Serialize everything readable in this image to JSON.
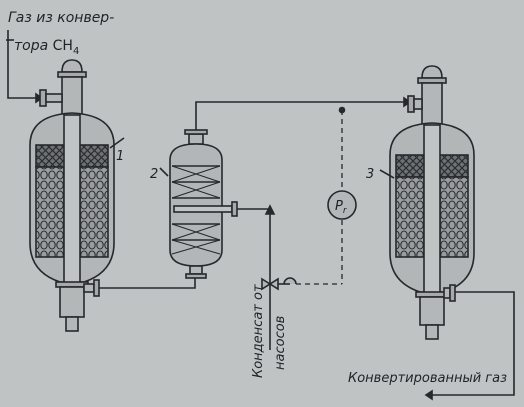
{
  "labels": {
    "inlet_line1": "Газ из конвер-",
    "inlet_line2_prefix": "тора ",
    "inlet_formula": "CH",
    "inlet_formula_sub": "4",
    "condensate_line1": "Конденсат от",
    "condensate_line2": "насосов",
    "outlet": "Конвертированный газ"
  },
  "apparatus": [
    {
      "id": "1",
      "number": "1"
    },
    {
      "id": "2",
      "number": "2"
    },
    {
      "id": "3",
      "number": "3"
    }
  ],
  "instrument": {
    "symbol": "P",
    "subscript": "r"
  }
}
